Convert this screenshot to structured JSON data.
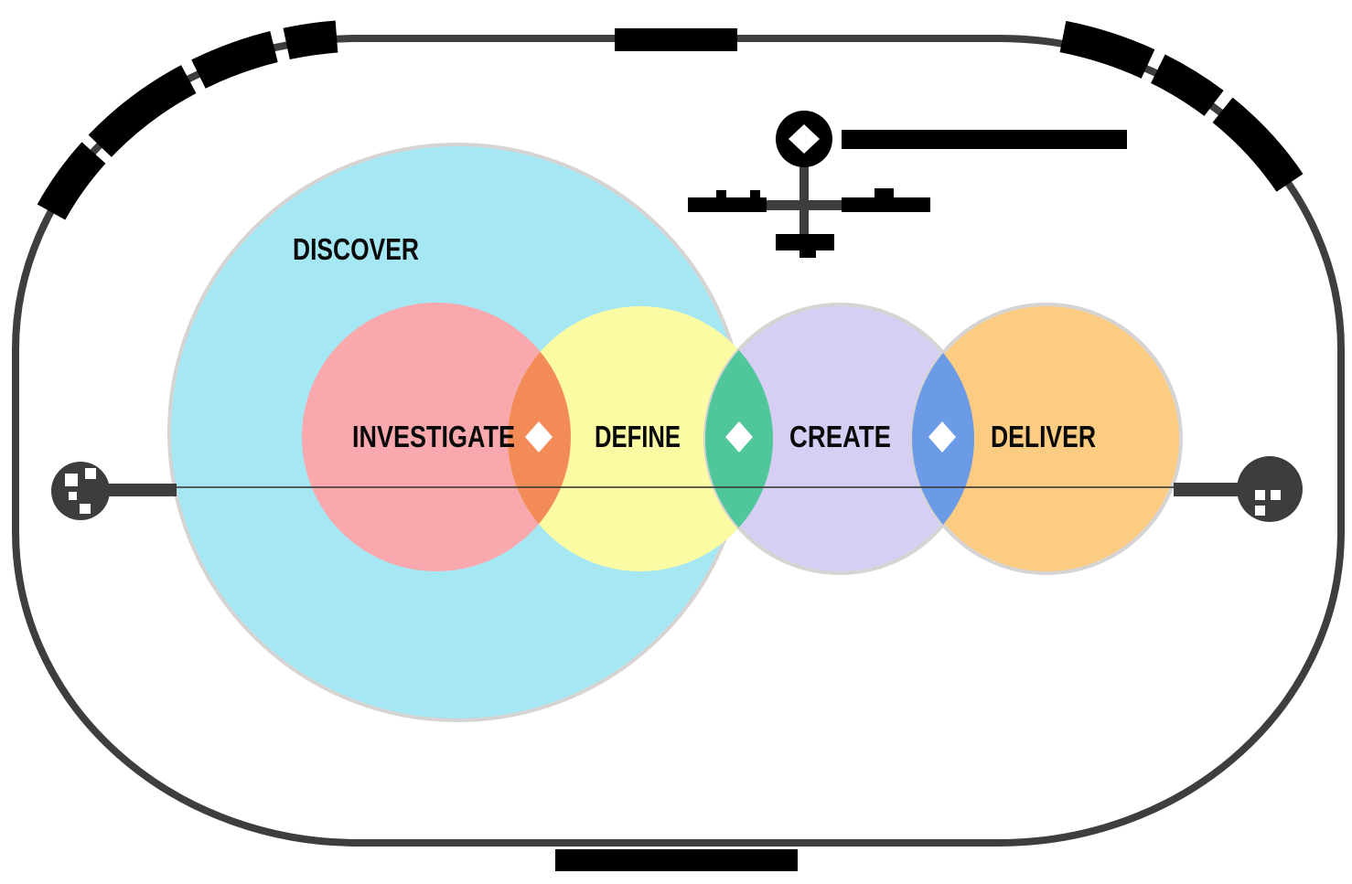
{
  "diagram": {
    "stages": [
      {
        "id": "discover",
        "label": "DISCOVER",
        "color": "#a6e7f4"
      },
      {
        "id": "investigate",
        "label": "INVESTIGATE",
        "color": "#f9a9ad"
      },
      {
        "id": "define",
        "label": "DEFINE",
        "color": "#fbfba3"
      },
      {
        "id": "create",
        "label": "CREATE",
        "color": "#d7cef3"
      },
      {
        "id": "deliver",
        "label": "DELIVER",
        "color": "#fbcc81"
      }
    ],
    "overlaps": [
      {
        "between": "investigate-define",
        "color": "#f28b57"
      },
      {
        "between": "define-create",
        "color": "#4fc79b"
      },
      {
        "between": "create-deliver",
        "color": "#6b9ae6"
      }
    ],
    "gate_marker_color": "#ffffff",
    "outline_color": "#3e3e3e",
    "connector_color": "#3d3d3d",
    "timeline_color": "#3a3a3a",
    "redaction_color": "#000000",
    "background_color": "#ffffff",
    "legend": {
      "marker": "diamond-gate",
      "marker_fill": "#000000",
      "marker_inner": "#ffffff",
      "text_redacted": true
    },
    "redacted_regions": [
      "top-left-arc-text",
      "top-center-text",
      "top-right-arc-text",
      "legend-title-text",
      "legend-axis-text",
      "bottom-center-text"
    ]
  }
}
